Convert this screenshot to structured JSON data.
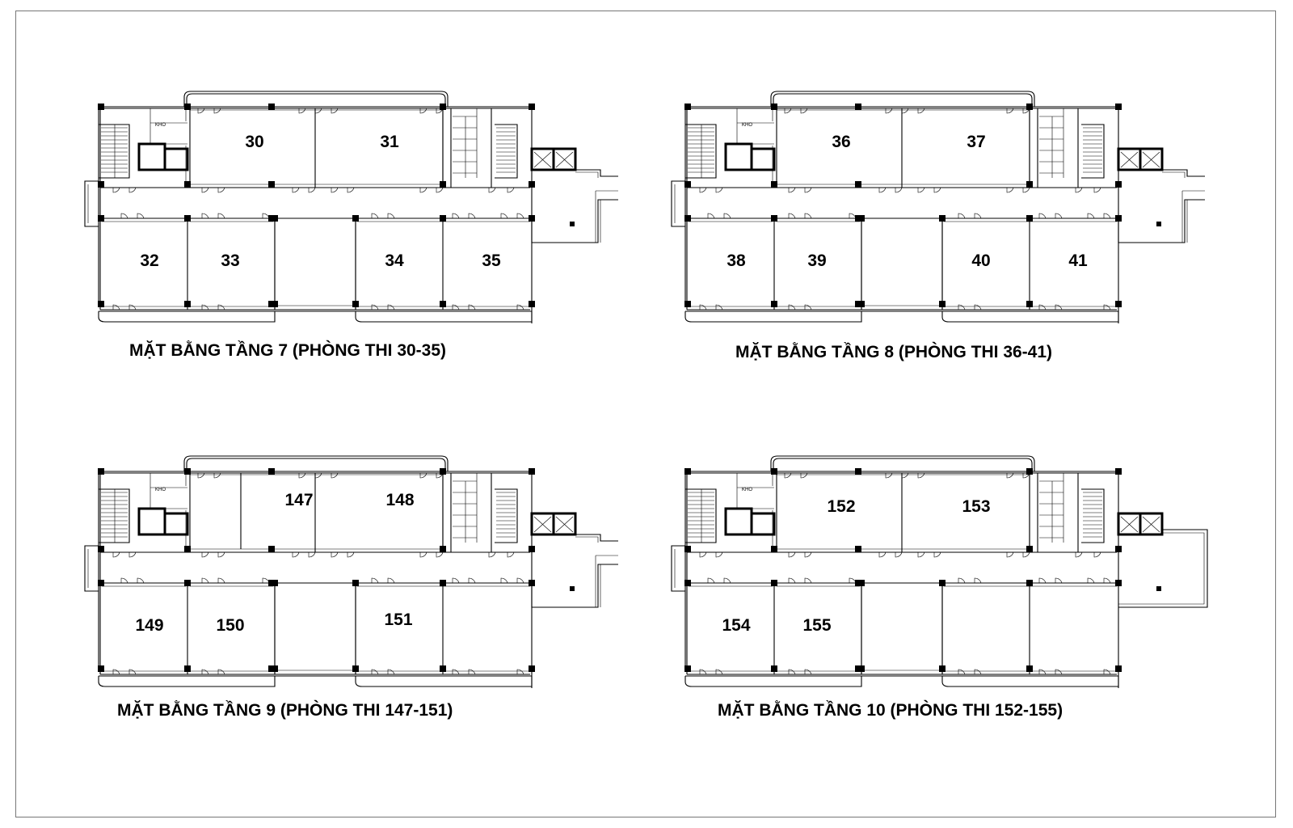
{
  "plans": [
    {
      "caption": "MẶT BẰNG TẦNG 7 (PHÒNG THI 30-35)",
      "kho": "KHO",
      "variant": "ramp",
      "rooms": [
        {
          "num": "30",
          "slot": "A"
        },
        {
          "num": "31",
          "slot": "B"
        },
        {
          "num": "32",
          "slot": "C"
        },
        {
          "num": "33",
          "slot": "D"
        },
        {
          "num": "34",
          "slot": "E"
        },
        {
          "num": "35",
          "slot": "F"
        }
      ]
    },
    {
      "caption": "MẶT BẰNG TẦNG 8 (PHÒNG THI 36-41)",
      "kho": "KHO",
      "variant": "ramp",
      "rooms": [
        {
          "num": "36",
          "slot": "A"
        },
        {
          "num": "37",
          "slot": "B"
        },
        {
          "num": "38",
          "slot": "C"
        },
        {
          "num": "39",
          "slot": "D"
        },
        {
          "num": "40",
          "slot": "E"
        },
        {
          "num": "41",
          "slot": "F"
        }
      ]
    },
    {
      "caption": "MẶT BẰNG TẦNG 9 (PHÒNG THI 147-151)",
      "kho": "KHO",
      "variant": "ramp",
      "rooms": [
        {
          "num": "147",
          "slot": "A9"
        },
        {
          "num": "148",
          "slot": "B9"
        },
        {
          "num": "149",
          "slot": "C"
        },
        {
          "num": "150",
          "slot": "D"
        },
        {
          "num": "151",
          "slot": "G"
        }
      ]
    },
    {
      "caption": "MẶT BẰNG TẦNG 10 (PHÒNG THI 152-155)",
      "kho": "KHO",
      "variant": "terrace",
      "rooms": [
        {
          "num": "152",
          "slot": "A"
        },
        {
          "num": "153",
          "slot": "B"
        },
        {
          "num": "154",
          "slot": "C"
        },
        {
          "num": "155",
          "slot": "D"
        }
      ]
    }
  ]
}
